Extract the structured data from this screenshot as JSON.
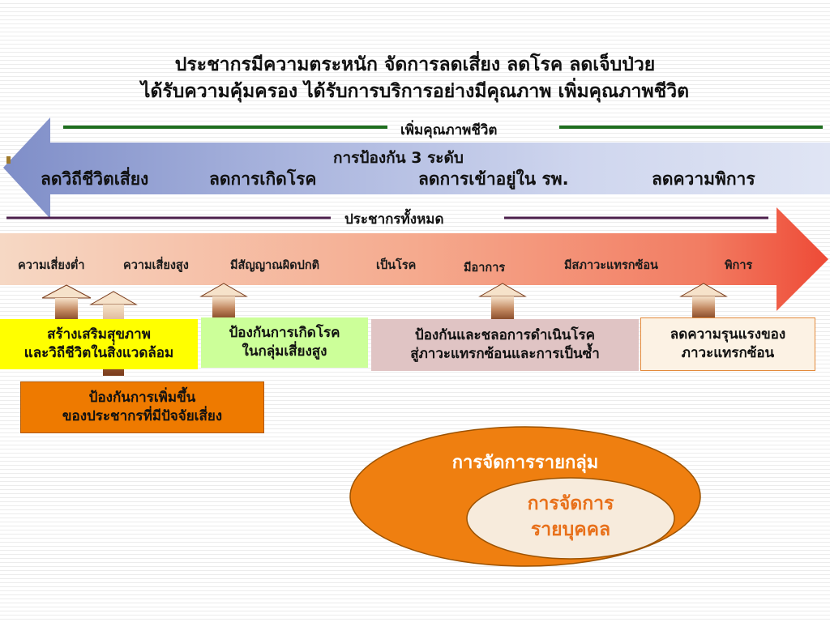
{
  "title": {
    "line1": "ประชากรมีความตระหนัก จัดการลดเสี่ยง ลดโรค ลดเจ็บป่วย",
    "line2": "ได้รับความคุ้มครอง ได้รับการบริการอย่างมีคุณภาพ เพิ่มคุณภาพชีวิต"
  },
  "quality_line_label": "เพิ่มคุณภาพชีวิต",
  "prevention": {
    "heading": "การป้องกัน 3 ระดับ",
    "items": [
      "ลดวิถีชีวิตเสี่ยง",
      "ลดการเกิดโรค",
      "ลดการเข้าอยู่ใน รพ.",
      "ลดความพิการ"
    ]
  },
  "population_line_label": "ประชากรทั้งหมด",
  "stages": [
    "ความเสี่ยงต่ำ",
    "ความเสี่ยงสูง",
    "มีสัญญาณผิดปกติ",
    "เป็นโรค",
    "มีอาการ",
    "มีสภาวะแทรกซ้อน",
    "พิการ"
  ],
  "interventions": {
    "health_promotion": [
      "สร้างเสริมสุขภาพ",
      "และวิถีชีวิตในสิ่งแวดล้อม"
    ],
    "high_risk_prevention": [
      "ป้องกันการเกิดโรค",
      "ในกลุ่มเสี่ยงสูง"
    ],
    "complication_prevention": [
      "ป้องกันและชลอการดำเนินโรค",
      "สู่ภาวะแทรกซ้อนและการเป็นซ้ำ"
    ],
    "severity_reduction": [
      "ลดความรุนแรงของ",
      "ภาวะแทรกซ้อน"
    ],
    "risk_factor_prevention": [
      "ป้องกันการเพิ่มขึ้น",
      "ของประชากรที่มีปัจจัยเสี่ยง"
    ]
  },
  "management": {
    "group": "การจัดการรายกลุ่ม",
    "individual": [
      "การจัดการ",
      "รายบุคคล"
    ]
  },
  "colors": {
    "green_line": "#1e6e1e",
    "purple_line": "#4b1f4b",
    "blue_arrow": "#8090c4",
    "salmon_arrow": "#f07a5a",
    "up_arrow": "#8a4a26",
    "yellow_box": "#ffff00",
    "light_green_box": "#ccff99",
    "pink_box": "#e0c4c4",
    "cream_box": "#fcf2e4",
    "orange_box": "#ee7a00",
    "orange_ellipse": "#ef7f10",
    "inner_ellipse": "#f7ebdc"
  }
}
